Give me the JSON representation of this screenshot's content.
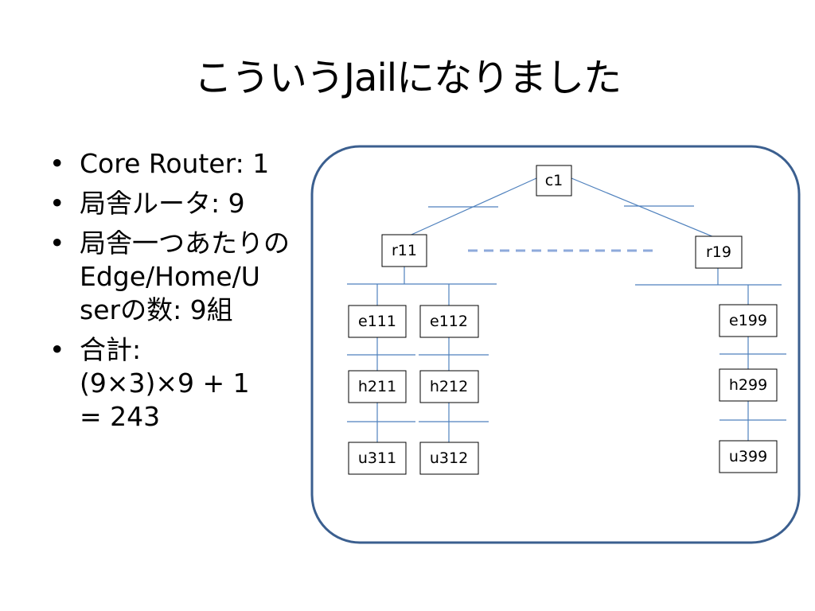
{
  "title": "こういうJailになりました",
  "bullets": [
    "Core Router: 1",
    "局舎ルータ: 9",
    "局舎一つあたりの\nEdge/Home/U\nserの数: 9組",
    "合計:\n(9×3)×9 + 1\n= 243"
  ],
  "diagram": {
    "nodes": {
      "c1": "c1",
      "r11": "r11",
      "r19": "r19",
      "e111": "e111",
      "e112": "e112",
      "e199": "e199",
      "h211": "h211",
      "h212": "h212",
      "h299": "h299",
      "u311": "u311",
      "u312": "u312",
      "u399": "u399"
    },
    "colors": {
      "frame": "#3b5f8f",
      "link": "#4f81bd",
      "ellipsis": "#8eaadb",
      "node_border": "#000000"
    }
  }
}
